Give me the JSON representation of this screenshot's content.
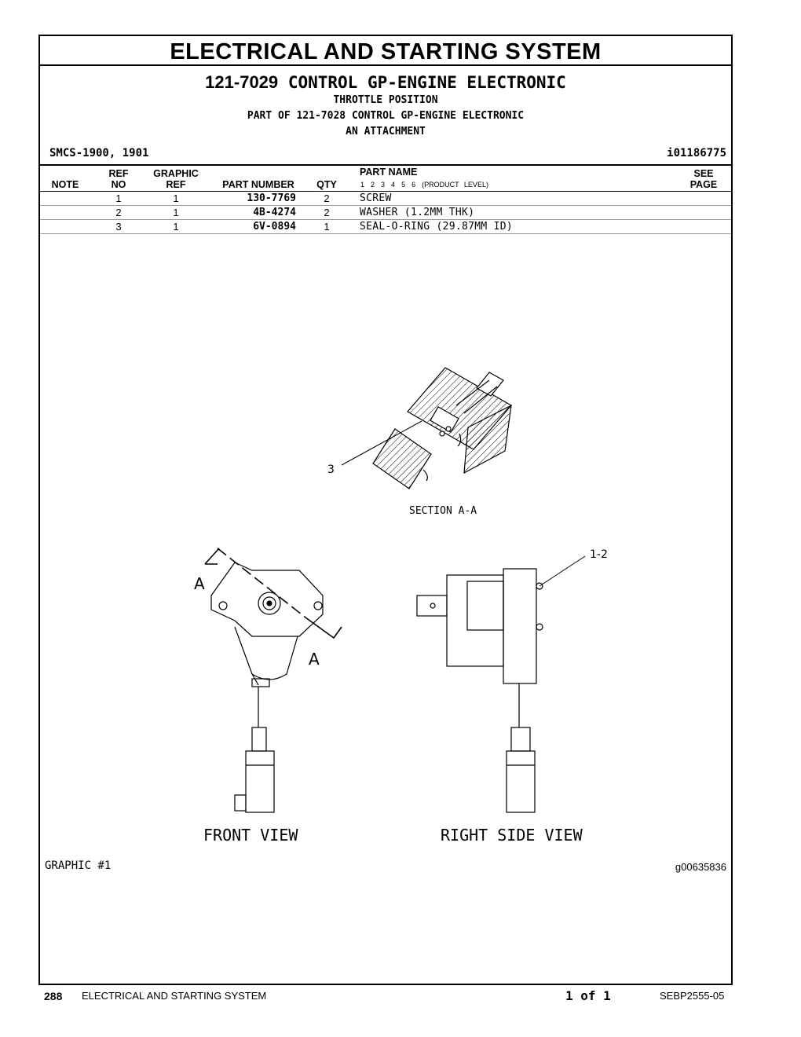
{
  "section_title": "ELECTRICAL  AND  STARTING  SYSTEM",
  "group": {
    "number": "121-7029",
    "name": "CONTROL GP-ENGINE ELECTRONIC",
    "subtitle": "THROTTLE POSITION",
    "part_of": "PART OF 121-7028 CONTROL GP-ENGINE ELECTRONIC",
    "attachment": "AN ATTACHMENT"
  },
  "smcs": "SMCS-1900, 1901",
  "illustration_id": "i01186775",
  "table": {
    "headers": {
      "note": "NOTE",
      "ref_no_1": "REF",
      "ref_no_2": "NO",
      "graphic_ref_1": "GRAPHIC",
      "graphic_ref_2": "REF",
      "part_number": "PART NUMBER",
      "qty": "QTY",
      "part_name": "PART NAME",
      "see_page_1": "SEE",
      "see_page_2": "PAGE",
      "product_levels": [
        "1",
        "2",
        "3",
        "4",
        "5",
        "6"
      ],
      "product_level_label": "(PRODUCT LEVEL)"
    },
    "rows": [
      {
        "ref_no": "1",
        "graphic_ref": "1",
        "part_number": "130-7769",
        "qty": "2",
        "part_name": "SCREW"
      },
      {
        "ref_no": "2",
        "graphic_ref": "1",
        "part_number": "4B-4274",
        "qty": "2",
        "part_name": "WASHER (1.2MM THK)"
      },
      {
        "ref_no": "3",
        "graphic_ref": "1",
        "part_number": "6V-0894",
        "qty": "1",
        "part_name": "SEAL-O-RING (29.87MM ID)"
      }
    ]
  },
  "graphic": {
    "section_label": "SECTION A-A",
    "callout_3": "3",
    "callout_1_2": "1-2",
    "section_mark_a": "A",
    "front_view": "FRONT  VIEW",
    "right_side_view": "RIGHT  SIDE  VIEW",
    "label": "GRAPHIC #1",
    "id": "g00635836"
  },
  "footer": {
    "page_number": "288",
    "section": "ELECTRICAL AND STARTING SYSTEM",
    "page_of": "1 of 1",
    "doc_id": "SEBP2555-05"
  }
}
